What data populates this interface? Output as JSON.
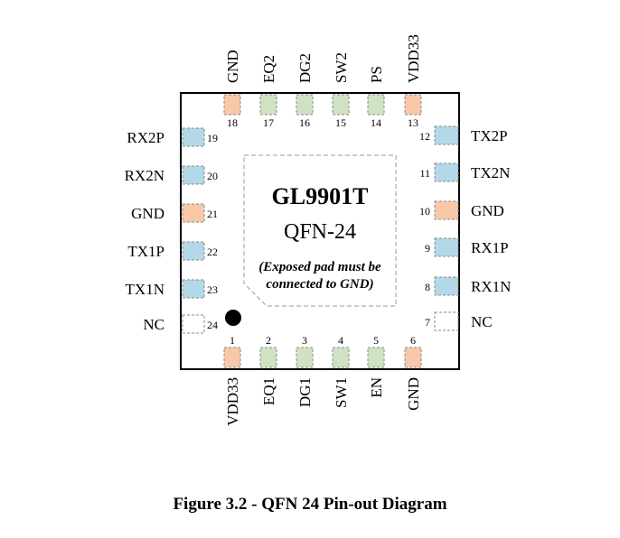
{
  "chip": {
    "name": "GL9901T",
    "package": "QFN-24",
    "note_line1": "(Exposed pad must be",
    "note_line2": "connected to GND)"
  },
  "colors": {
    "power": "#f8c8a8",
    "signal": "#b3d8e8",
    "control": "#cfe3c3",
    "nc": "#ffffff"
  },
  "pins": {
    "left": [
      {
        "num": "19",
        "label": "RX2P",
        "type": "signal"
      },
      {
        "num": "20",
        "label": "RX2N",
        "type": "signal"
      },
      {
        "num": "21",
        "label": "GND",
        "type": "power"
      },
      {
        "num": "22",
        "label": "TX1P",
        "type": "signal"
      },
      {
        "num": "23",
        "label": "TX1N",
        "type": "signal"
      },
      {
        "num": "24",
        "label": "NC",
        "type": "nc"
      }
    ],
    "right": [
      {
        "num": "12",
        "label": "TX2P",
        "type": "signal"
      },
      {
        "num": "11",
        "label": "TX2N",
        "type": "signal"
      },
      {
        "num": "10",
        "label": "GND",
        "type": "power"
      },
      {
        "num": "9",
        "label": "RX1P",
        "type": "signal"
      },
      {
        "num": "8",
        "label": "RX1N",
        "type": "signal"
      },
      {
        "num": "7",
        "label": "NC",
        "type": "nc"
      }
    ],
    "top": [
      {
        "num": "18",
        "label": "GND",
        "type": "power"
      },
      {
        "num": "17",
        "label": "EQ2",
        "type": "control"
      },
      {
        "num": "16",
        "label": "DG2",
        "type": "control"
      },
      {
        "num": "15",
        "label": "SW2",
        "type": "control"
      },
      {
        "num": "14",
        "label": "PS",
        "type": "control"
      },
      {
        "num": "13",
        "label": "VDD33",
        "type": "power"
      }
    ],
    "bottom": [
      {
        "num": "1",
        "label": "VDD33",
        "type": "power"
      },
      {
        "num": "2",
        "label": "EQ1",
        "type": "control"
      },
      {
        "num": "3",
        "label": "DG1",
        "type": "control"
      },
      {
        "num": "4",
        "label": "SW1",
        "type": "control"
      },
      {
        "num": "5",
        "label": "EN",
        "type": "control"
      },
      {
        "num": "6",
        "label": "GND",
        "type": "power"
      }
    ]
  },
  "caption": "Figure 3.2 - QFN 24 Pin-out Diagram"
}
